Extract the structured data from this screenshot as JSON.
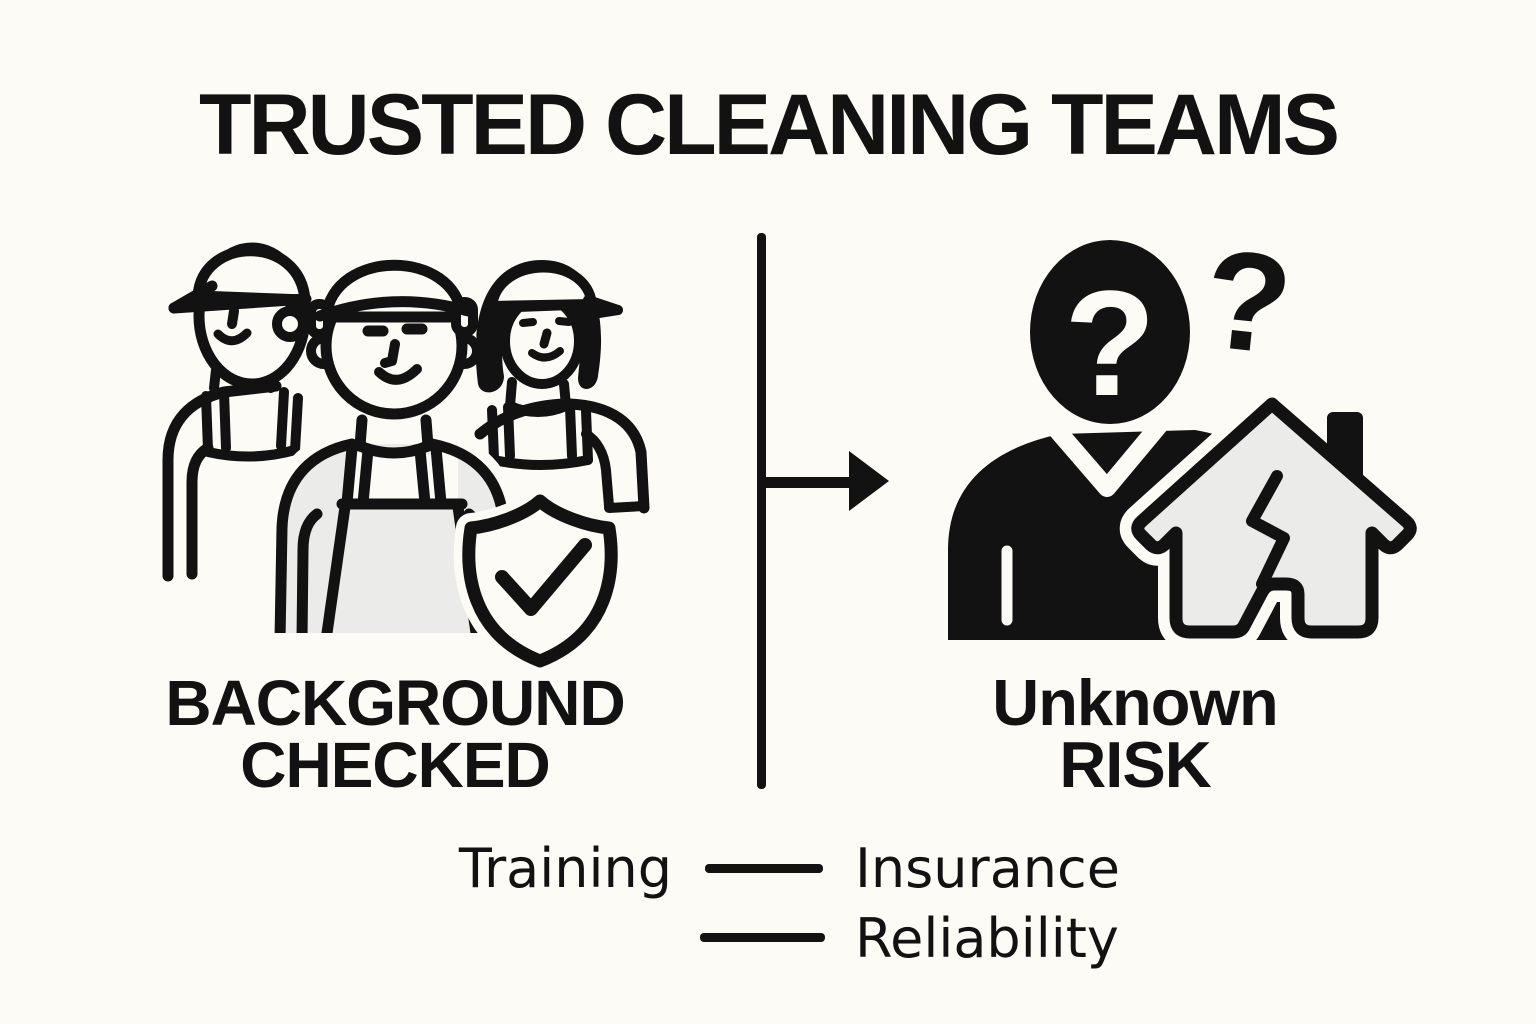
{
  "title": {
    "text": "TRUSTED CLEANING TEAMS"
  },
  "colors": {
    "bg": "#FCFBF5",
    "ink": "#121212",
    "gray": "#EBEBE9"
  },
  "left_panel": {
    "illustration": "three-cleaners-with-caps-and-shield-check",
    "caption": {
      "line1": "BACKGROUND",
      "line2": "CHECKED"
    }
  },
  "right_panel": {
    "illustration": "anonymous-silhouette-with-cracked-house",
    "question_mark": "?",
    "caption": {
      "line1": "Unknown",
      "line2": "RISK"
    }
  },
  "legend": {
    "rows": [
      {
        "left": "Training",
        "right": "Insurance"
      },
      {
        "left": "",
        "right": "Reliability"
      }
    ]
  }
}
